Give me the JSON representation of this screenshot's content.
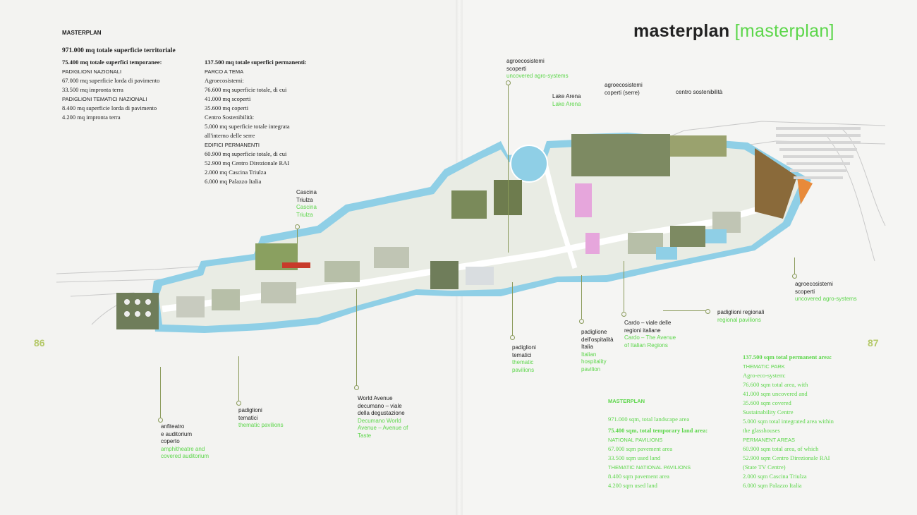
{
  "header": {
    "title_main": "masterplan",
    "title_accent": "[masterplan]"
  },
  "left_page": {
    "heading": "MASTERPLAN",
    "page_number": "86",
    "col1": [
      "971.000 mq totale superficie territoriale",
      "75.400 mq totale superfici temporanee:",
      "PADIGLIONI NAZIONALI",
      "67.000 mq superficie lorda di pavimento",
      "33.500 mq impronta terra",
      "PADIGLIONI TEMATICI NAZIONALI",
      "8.400 mq superficie lorda di pavimento",
      "4.200 mq impronta terra"
    ],
    "col2": [
      "137.500 mq totale superfici permanenti:",
      "PARCO A TEMA",
      "Agroecosistemi:",
      "76.600 mq superficie totale, di cui",
      "41.000 mq scoperti",
      "35.600 mq coperti",
      "Centro Sostenibilità:",
      "5.000 mq superficie totale integrata",
      "all'interno delle serre",
      "EDIFICI PERMANENTI",
      "60.900 mq superficie totale, di cui",
      "52.900 mq Centro Direzionale RAI",
      "2.000 mq Cascina Triulza",
      "6.000 mq Palazzo Italia"
    ]
  },
  "right_page": {
    "page_number": "87",
    "heading": "MASTERPLAN",
    "col1": [
      "971.000 sqm, total landscape area",
      "75.400 sqm, total temporary land area:",
      "NATIONAL PAVILIONS",
      "67.000 sqm pavement area",
      "33.500 sqm used land",
      "THEMATIC NATIONAL PAVILIONS",
      "8.400 sqm pavement area",
      "4.200 sqm used land"
    ],
    "col2": [
      "137.500 sqm total permanent area:",
      "THEMATIC PARK",
      "Agro-eco-system:",
      "76.600 sqm total area, with",
      "41.000 sqm uncovered and",
      "35.600 sqm covered",
      "Sustainability Centre",
      "5.000 sqm total integrated area within",
      "the glasshouses",
      "PERMANENT AREAS",
      "60.900 sqm total area, of which",
      "52.900 sqm Centro Direzionale RAI",
      "(State TV Centre)",
      "2.000 sqm Cascina Triulza",
      "6.000 sqm Palazzo Italia"
    ]
  },
  "map_labels": {
    "cascina": {
      "it": "Cascina\nTriulza",
      "en": "Cascina\nTriulza"
    },
    "anfiteatro": {
      "it": "anfiteatro\ne auditorium\ncoperto",
      "en": "amphitheatre and\ncovered auditorium"
    },
    "padiglioni_tematici_left": {
      "it": "padiglioni\ntematici",
      "en": "thematic pavilions"
    },
    "world_avenue": {
      "it": "World Avenue\ndecumano – viale\ndella degustazione",
      "en": "Decumano World\nAvenue – Avenue of\nTaste"
    },
    "padiglioni_tematici_right": {
      "it": "padiglioni\ntematici",
      "en": "thematic\npavilions"
    },
    "ospitalita": {
      "it": "padiglione\ndell'ospitalità\nItalia",
      "en": "Italian\nhospitality\npavilion"
    },
    "cardo": {
      "it": "Cardo – viale delle\nregioni italiane",
      "en": "Cardo – The Avenue\nof Italian Regions"
    },
    "padiglioni_regionali": {
      "it": "padiglioni regionali",
      "en": "regional pavilions"
    },
    "agro_scoperti_top": {
      "it": "agroecosistemi\nscoperti",
      "en": "uncovered agro-systems"
    },
    "lake_arena": {
      "it": "Lake Arena",
      "en": "Lake Arena"
    },
    "agro_coperti": {
      "it": "agroecosistemi\ncoperti (serre)",
      "en": ""
    },
    "centro_sostenibilita": {
      "it": "centro sostenibilità",
      "en": ""
    },
    "agro_scoperti_right": {
      "it": "agroecosistemi\nscoperti",
      "en": "uncovered agro-systems"
    }
  },
  "colors": {
    "accent": "#5cd64a",
    "water": "#8fcfe6",
    "road": "#ffffff",
    "greenery": "#6f8c4a",
    "red": "#c83a2a",
    "pink": "#e6a6dc",
    "orange": "#e88a3a"
  }
}
